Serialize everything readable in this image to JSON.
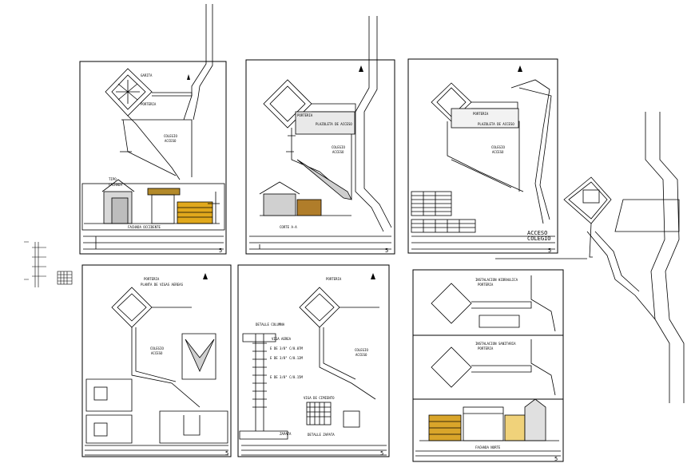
{
  "sheet1": {
    "labels": [
      "GARITA",
      "PORTERIA",
      "COLEGIO",
      "ACCESO",
      "TIPO",
      "FACHADA",
      "FACHADA OCCIDENTE"
    ],
    "sheet_number": "5"
  },
  "sheet2": {
    "labels": [
      "PORTERIA",
      "PLAZOLETA DE ACCESO",
      "COLEGIO",
      "ACCESO",
      "CORTE A-A"
    ],
    "sheet_number": "5"
  },
  "sheet3": {
    "labels": [
      "PORTERIA",
      "PLAZOLETA DE ACCESO",
      "COLEGIO",
      "ACCESO",
      "ACCESO",
      "COLEGIO"
    ],
    "sheet_number": "5"
  },
  "sheet4": {
    "labels": [
      "PORTERIA",
      "PLANTA DE VIGAS AEREAS",
      "COLEGIO",
      "ACCESO"
    ],
    "sheet_number": "5"
  },
  "sheet5": {
    "labels": [
      "PORTERIA",
      "DETALLE COLUMNA",
      "VIGA AEREA",
      "E DE 3/8\" C/0.07M",
      "E DE 3/8\" C/0.12M",
      "E DE 3/8\" C/0.15M",
      "VIGA DE CIMIENTO",
      "ZAPATA",
      "DETALLE ZAPATA",
      "COLEGIO",
      "ACCESO"
    ],
    "sheet_number": "5"
  },
  "sheet6": {
    "labels": [
      "INSTALACION HIDRAULICA",
      "PORTERIA",
      "INSTALACION SANITARIA",
      "PORTERIA",
      "FACHADA NORTE"
    ],
    "sheet_number": "5"
  }
}
